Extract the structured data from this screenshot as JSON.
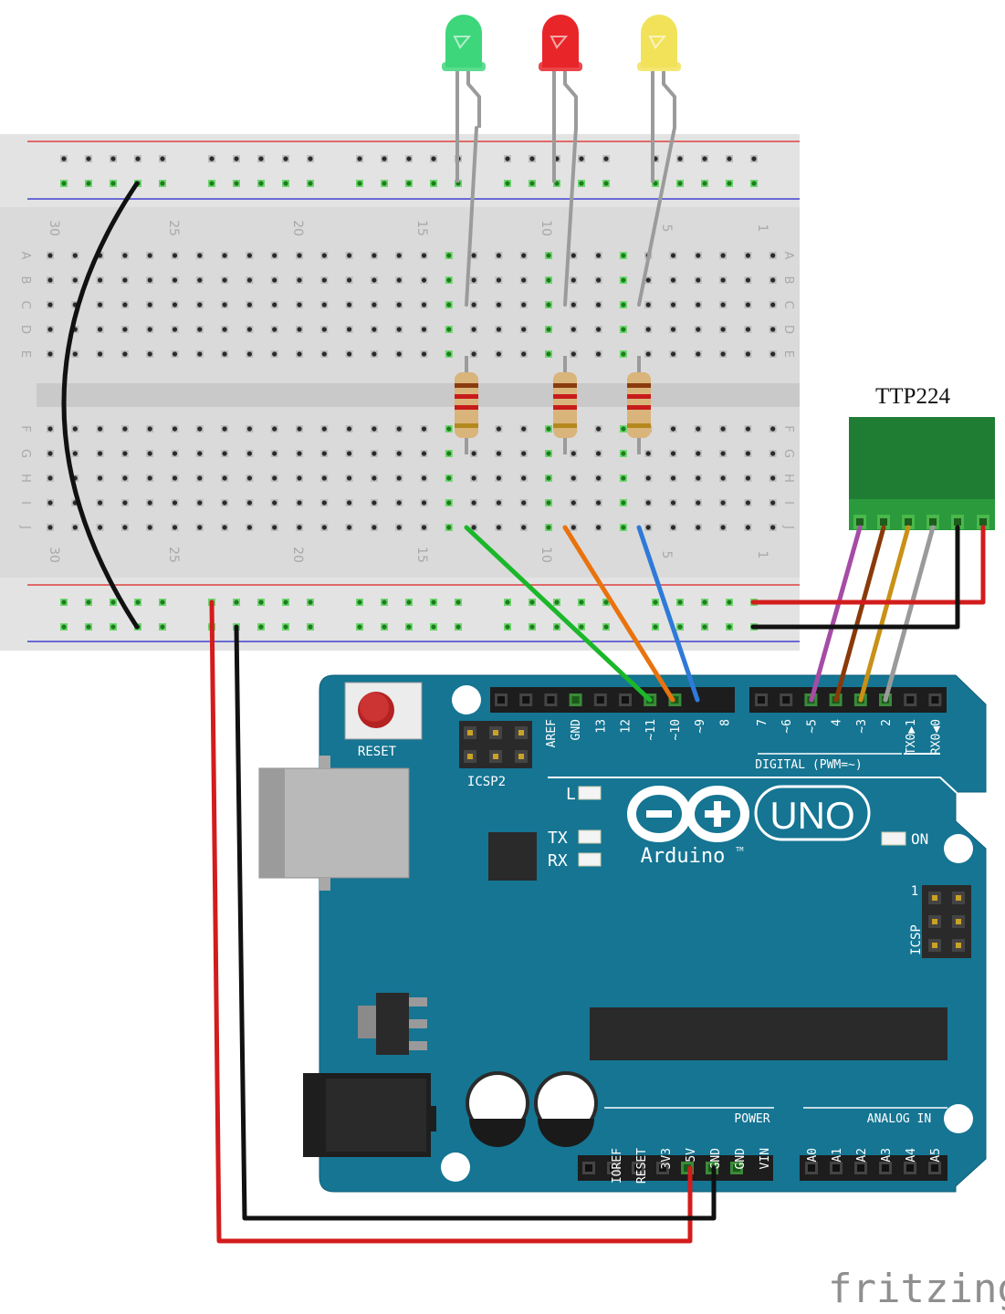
{
  "breadboard": {
    "col_numbers_top": [
      "30",
      "25",
      "20",
      "15",
      "10",
      "5",
      "1"
    ],
    "col_numbers_bottom": [
      "30",
      "25",
      "20",
      "15",
      "10",
      "5",
      "1"
    ],
    "row_letters_top": [
      "A",
      "B",
      "C",
      "D",
      "E"
    ],
    "row_letters_bottom": [
      "F",
      "G",
      "H",
      "I",
      "J"
    ]
  },
  "leds": [
    {
      "color": "green",
      "fill": "#3ed67a"
    },
    {
      "color": "red",
      "fill": "#e8262a"
    },
    {
      "color": "yellow",
      "fill": "#f2e25a"
    }
  ],
  "sensor": {
    "label": "TTP224",
    "body_color": "#1f7d33"
  },
  "arduino": {
    "board_color": "#157593",
    "reset_label": "RESET",
    "icsp2_label": "ICSP2",
    "icsp_label": "ICSP",
    "icsp_pin1": "1",
    "led_l": "L",
    "led_tx": "TX",
    "led_rx": "RX",
    "on_label": "ON",
    "brand": "Arduino",
    "model": "UNO",
    "tm": "TM",
    "digital_label": "DIGITAL (PWM=~)",
    "power_label": "POWER",
    "analog_label": "ANALOG IN",
    "digital_pins_left": [
      "AREF",
      "GND",
      "13",
      "12",
      "~11",
      "~10",
      "~9",
      "8"
    ],
    "digital_pins_right": [
      "7",
      "~6",
      "~5",
      "4",
      "~3",
      "2",
      "TX0▶1",
      "RX0◀0"
    ],
    "power_pins": [
      "IOREF",
      "RESET",
      "3V3",
      "5V",
      "GND",
      "GND",
      "VIN"
    ],
    "analog_pins": [
      "A0",
      "A1",
      "A2",
      "A3",
      "A4",
      "A5"
    ]
  },
  "wire_colors": {
    "green": "#1bb72a",
    "orange": "#e8730e",
    "blue": "#2f7ad8",
    "purple": "#a54ca5",
    "brown": "#8a3a0a",
    "gold": "#c89117",
    "gray": "#9a9a9a",
    "red": "#d31c1c",
    "black": "#111111"
  },
  "watermark": "fritzing"
}
